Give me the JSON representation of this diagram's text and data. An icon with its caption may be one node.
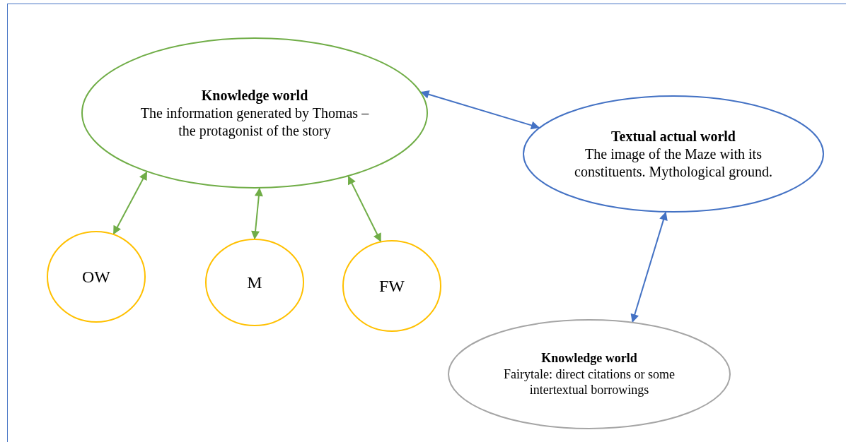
{
  "diagram": {
    "nodes": [
      {
        "text": [
          "Knowledge world",
          "The information generated by Thomas – the protagonist of the story"
        ]
      },
      {
        "text": [
          "Textual actual world",
          "The image of the Maze with its constituents. Mythological ground."
        ]
      },
      {
        "text": [
          "OW"
        ]
      },
      {
        "text": [
          "M"
        ]
      },
      {
        "text": [
          "FW"
        ]
      },
      {
        "text": [
          "Knowledge world",
          "Fairytale: direct citations or some intertextual borrowings"
        ]
      }
    ],
    "edges": [
      {
        "from": 0,
        "to": 1,
        "arrow": "both",
        "color": "#4472c4"
      },
      {
        "from": 0,
        "to": 2,
        "arrow": "both"
      },
      {
        "from": 0,
        "to": 3,
        "arrow": "both"
      },
      {
        "from": 0,
        "to": 4,
        "arrow": "both"
      },
      {
        "from": 1,
        "to": 5,
        "arrow": "both",
        "color": "#4472c4"
      }
    ]
  }
}
